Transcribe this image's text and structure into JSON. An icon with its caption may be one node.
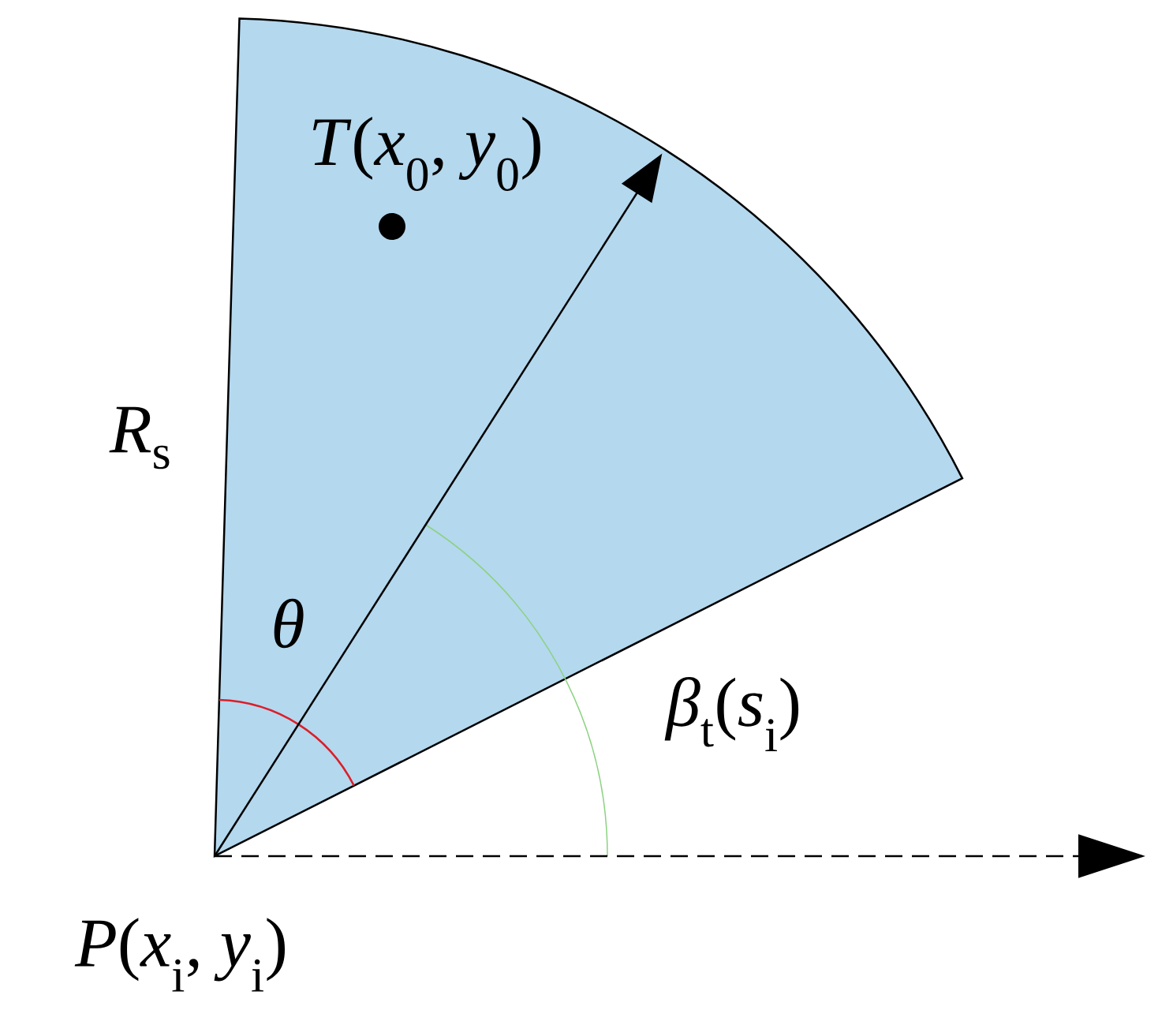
{
  "diagram": {
    "labels": [
      "*T*(*x*$_{0}$, *y*$_{0}$)",
      "*R*$_{s}$",
      "*θ*",
      "*β*$_{t}$(*s*$_{i}$)",
      "*P*(*x*$_{i}$, *y*$_{i}$)"
    ]
  }
}
